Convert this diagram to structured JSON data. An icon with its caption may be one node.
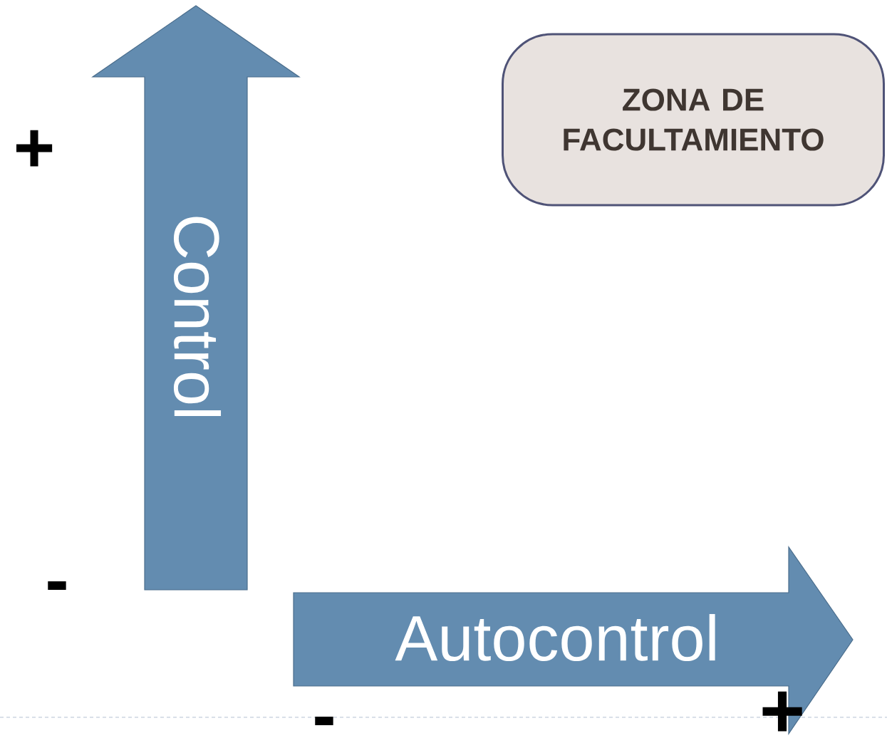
{
  "diagram": {
    "nodes": [
      {
        "text": [
          "Control"
        ]
      },
      {
        "text": [
          "Autocontrol"
        ]
      },
      {
        "text": [
          "ZONA DE FACULTAMIENTO"
        ]
      }
    ],
    "labels": [
      "+",
      "-",
      "-",
      "+"
    ]
  }
}
